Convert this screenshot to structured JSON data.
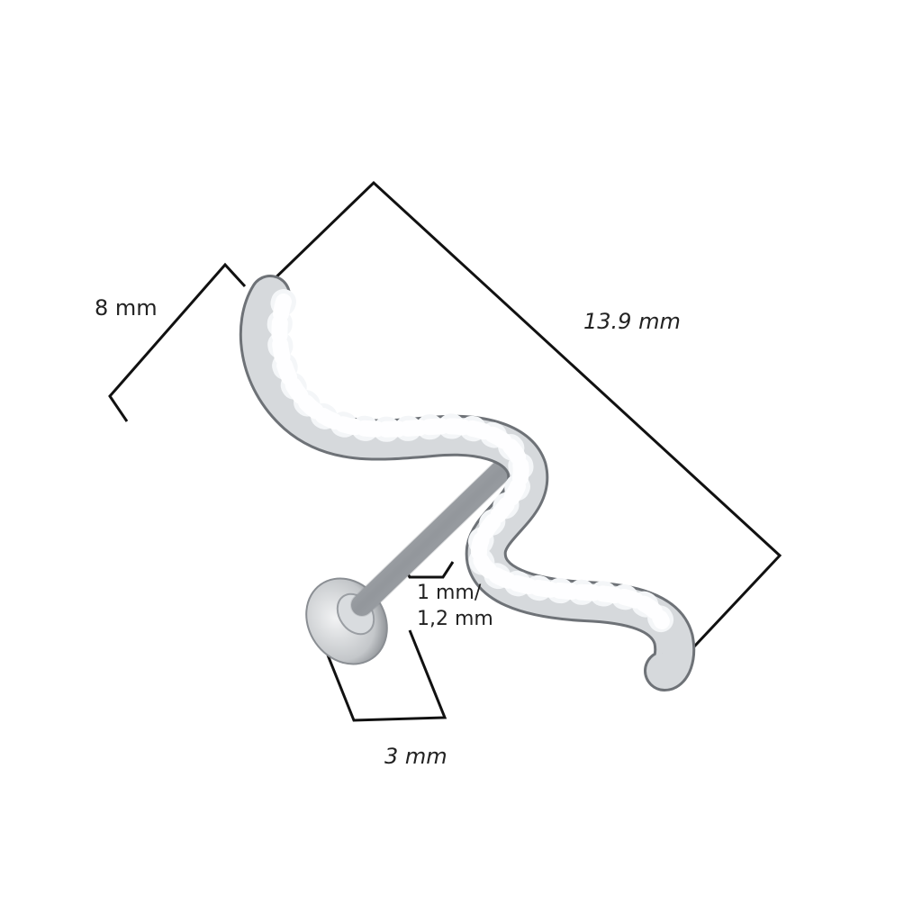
{
  "labels": {
    "height": "8 mm",
    "length": "13.9 mm",
    "gauge_line1": "1 mm/",
    "gauge_line2": "1,2 mm",
    "disc": "3 mm"
  },
  "colors": {
    "line": "#111111",
    "metal": "#b8bcc0",
    "metal_dark": "#6e7277",
    "crystal": "#f4f6f8"
  }
}
